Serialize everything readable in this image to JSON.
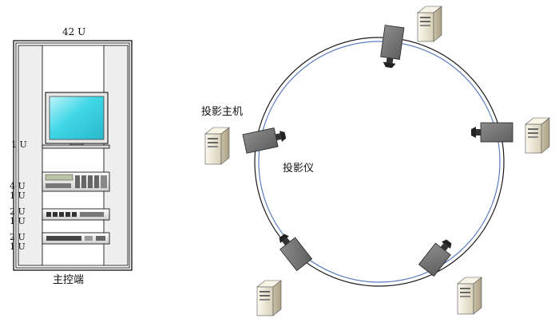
{
  "rack": {
    "height_label": "42 U",
    "caption": "主控端",
    "unit_labels": [
      "1 U",
      "4 U",
      "1 U",
      "2 U",
      "1 U",
      "2 U",
      "1 U"
    ]
  },
  "ring": {
    "host_label": "投影主机",
    "projector_label": "投影仪"
  },
  "colors": {
    "rack_frame": "#000000",
    "rack_fill": "#f2f2f2",
    "screen": "#3fd6e6",
    "projector_body": "#7a7a7a",
    "ring_outer": "#1a1a1a",
    "ring_inner": "#5a7cc0",
    "server_case": "#f0ead8"
  },
  "icons": [
    "rack-cabinet-icon",
    "monitor-icon",
    "projector-icon",
    "server-tower-icon"
  ]
}
